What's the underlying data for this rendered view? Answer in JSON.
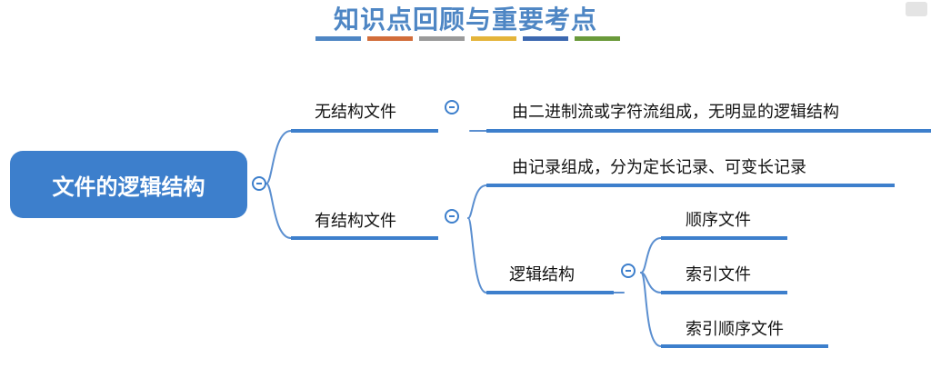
{
  "header": {
    "title": "知识点回顾与重要考点",
    "bar_colors": [
      "#4e86c4",
      "#d26d3a",
      "#9a9a9a",
      "#e4b43a",
      "#3c68b0",
      "#6a9a3a"
    ]
  },
  "mindmap": {
    "root": "文件的逻辑结构",
    "unstructured": {
      "label": "无结构文件",
      "detail": "由二进制流或字符流组成，无明显的逻辑结构"
    },
    "structured": {
      "label": "有结构文件",
      "detail": "由记录组成，分为定长记录、可变长记录",
      "logical": {
        "label": "逻辑结构",
        "children": [
          "顺序文件",
          "索引文件",
          "索引顺序文件"
        ]
      }
    }
  },
  "colors": {
    "primary": "#3d7fcc",
    "line": "#5b8fd0"
  }
}
